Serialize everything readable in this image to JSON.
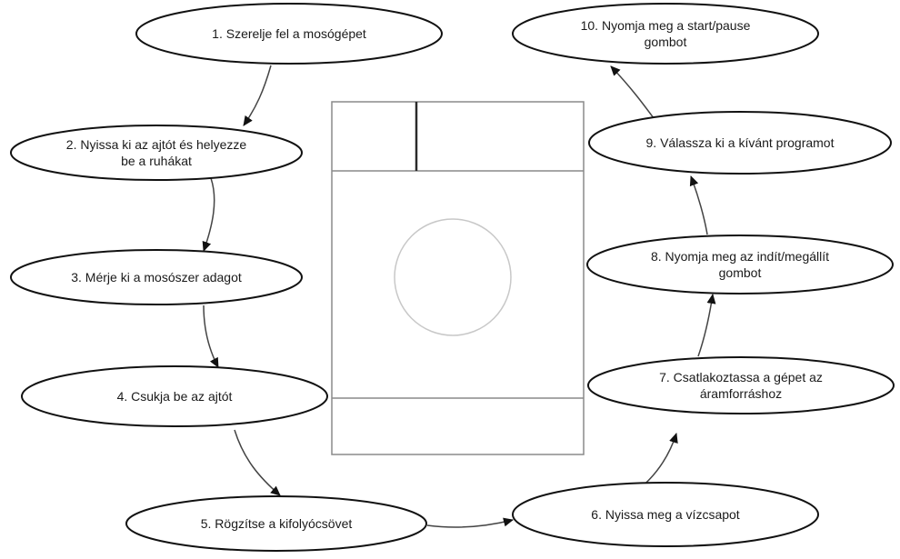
{
  "steps": [
    {
      "number": "1",
      "lines": [
        "1. Szerelje fel a mosógépet"
      ]
    },
    {
      "number": "2",
      "lines": [
        "2. Nyissa ki az ajtót és helyezze",
        "be a ruhákat"
      ]
    },
    {
      "number": "3",
      "lines": [
        "3. Mérje ki a mosószer adagot"
      ]
    },
    {
      "number": "4",
      "lines": [
        "4. Csukja be az ajtót"
      ]
    },
    {
      "number": "5",
      "lines": [
        "5. Rögzítse a kifolyócsövet"
      ]
    },
    {
      "number": "6",
      "lines": [
        "6. Nyissa meg a vízcsapot"
      ]
    },
    {
      "number": "7",
      "lines": [
        "7. Csatlakoztassa a gépet az",
        "áramforráshoz"
      ]
    },
    {
      "number": "8",
      "lines": [
        "8. Nyomja meg az indít/megállít",
        "gombot"
      ]
    },
    {
      "number": "9",
      "lines": [
        "9. Válassza ki a kívánt programot"
      ]
    },
    {
      "number": "10",
      "lines": [
        "10. Nyomja meg a start/pause",
        "gombot"
      ]
    }
  ],
  "center_image": "washing-machine-outline",
  "colors": {
    "stroke": "#111111",
    "text": "#1a1a1a",
    "drum": "#c8c8c8",
    "machine": "#8a8a8a"
  }
}
